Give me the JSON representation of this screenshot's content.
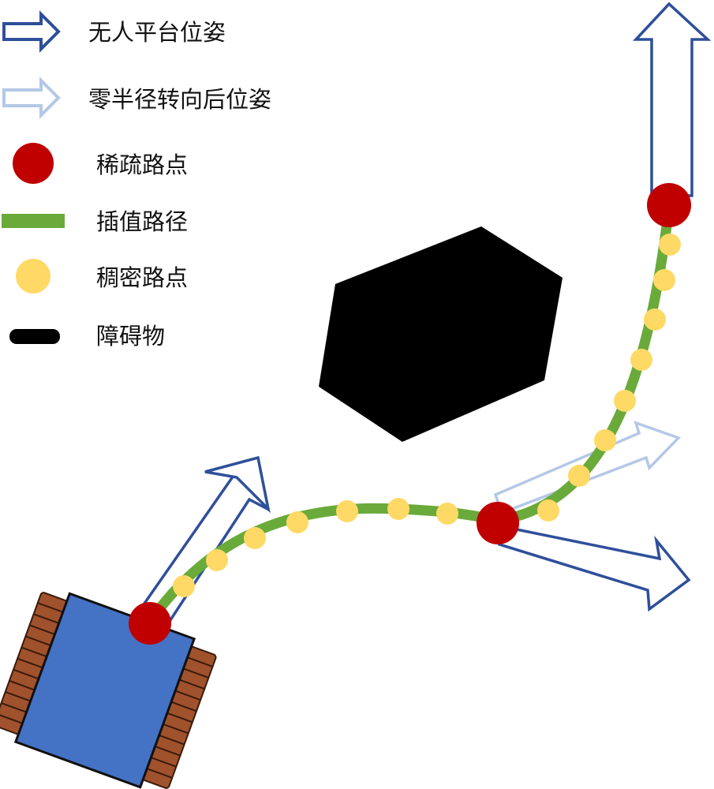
{
  "legend": {
    "items": [
      {
        "key": "platform_pose",
        "label": "无人平台位姿"
      },
      {
        "key": "turned_pose",
        "label": "零半径转向后位姿"
      },
      {
        "key": "sparse_waypoint",
        "label": "稀疏路点"
      },
      {
        "key": "interpolated_path",
        "label": "插值路径"
      },
      {
        "key": "dense_waypoint",
        "label": "稠密路点"
      },
      {
        "key": "obstacle",
        "label": "障碍物"
      }
    ]
  },
  "colors": {
    "pose_arrow": "#2f4f9a",
    "turned_arrow": "#b4c8e6",
    "sparse_waypoint": "#c00000",
    "path": "#6aaa3a",
    "dense_waypoint": "#ffd966",
    "obstacle": "#000000",
    "robot_body": "#4472c4",
    "robot_track": "#a0522d"
  },
  "icons": {
    "pose_arrow": "hollow-arrow-icon",
    "turned_arrow": "light-hollow-arrow-icon",
    "sparse_waypoint": "red-dot-icon",
    "interpolated_path": "green-bar-icon",
    "dense_waypoint": "yellow-dot-icon",
    "obstacle": "black-bar-icon"
  }
}
